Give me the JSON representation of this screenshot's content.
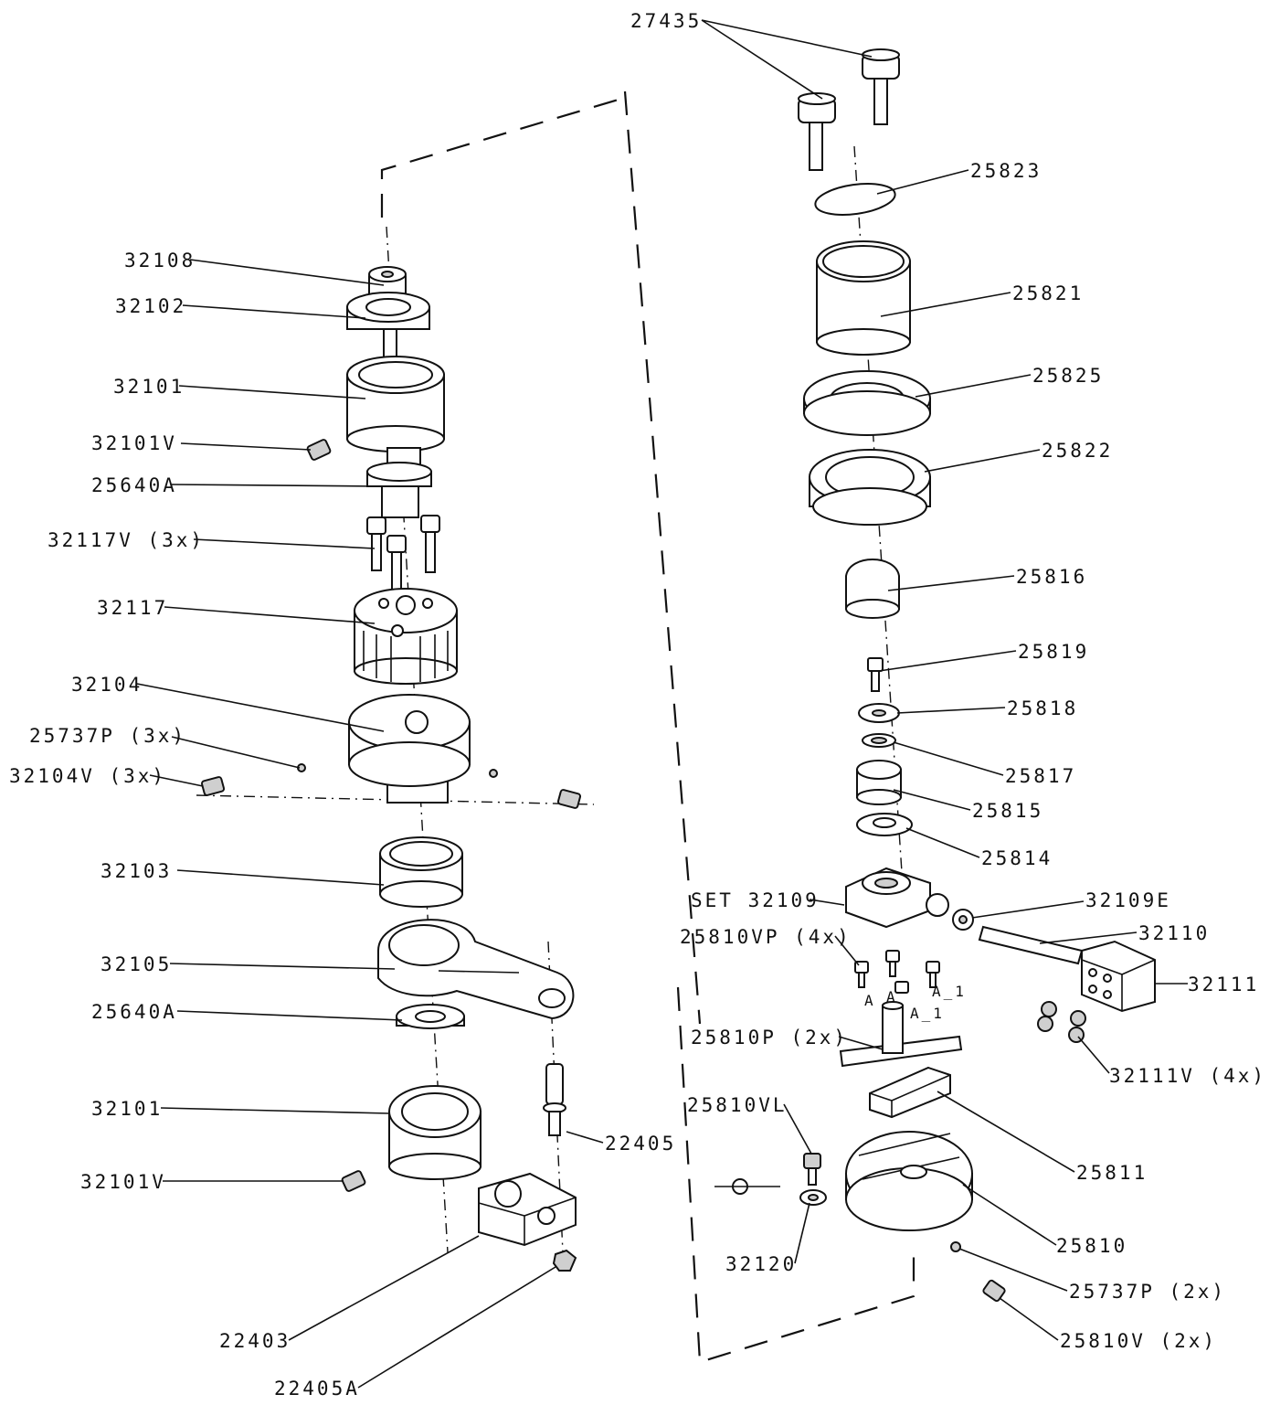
{
  "left_labels": [
    "32108",
    "32102",
    "32101",
    "32101V",
    "25640A",
    "32117V (3x)",
    "32117",
    "32104",
    "25737P (3x)",
    "32104V (3x)",
    "32103",
    "32105",
    "25640A",
    "32101",
    "32101V",
    "22405",
    "22403",
    "22405A"
  ],
  "right_labels": [
    "27435",
    "25823",
    "25821",
    "25825",
    "25822",
    "25816",
    "25819",
    "25818",
    "25817",
    "25815",
    "25814",
    "SET 32109",
    "32109E",
    "32110",
    "25810VP (4x)",
    "32111",
    "25810P (2x)",
    "32111V (4x)",
    "25810VL",
    "25811",
    "25810",
    "32120",
    "25737P (2x)",
    "25810V (2x)"
  ],
  "detail_marks": [
    "A",
    "A",
    "A_1",
    "A_1"
  ]
}
